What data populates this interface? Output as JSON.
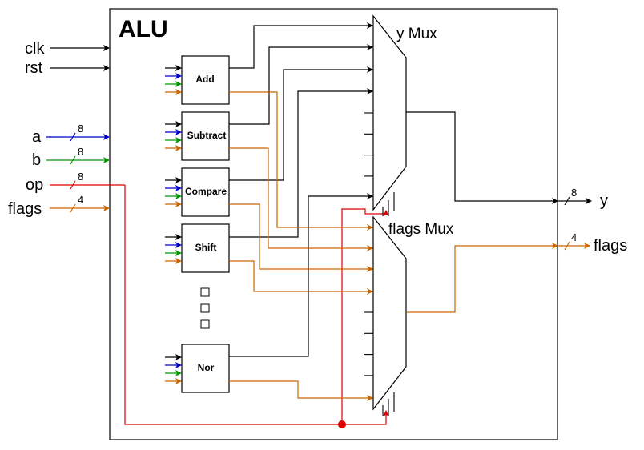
{
  "title": "ALU",
  "inputs": {
    "clk": "clk",
    "rst": "rst",
    "a": "a",
    "a_width": "8",
    "b": "b",
    "b_width": "8",
    "op": "op",
    "op_width": "8",
    "flags": "flags",
    "flags_width": "4"
  },
  "outputs": {
    "y": "y",
    "y_width": "8",
    "flags": "flags",
    "flags_width": "4"
  },
  "blocks": {
    "add": "Add",
    "subtract": "Subtract",
    "compare": "Compare",
    "shift": "Shift",
    "nor": "Nor"
  },
  "muxes": {
    "y": "y Mux",
    "flags": "flags Mux"
  },
  "colors": {
    "black": "#000000",
    "blue": "#0000cc",
    "green": "#009900",
    "orange": "#cc6600",
    "red": "#dd0000"
  }
}
